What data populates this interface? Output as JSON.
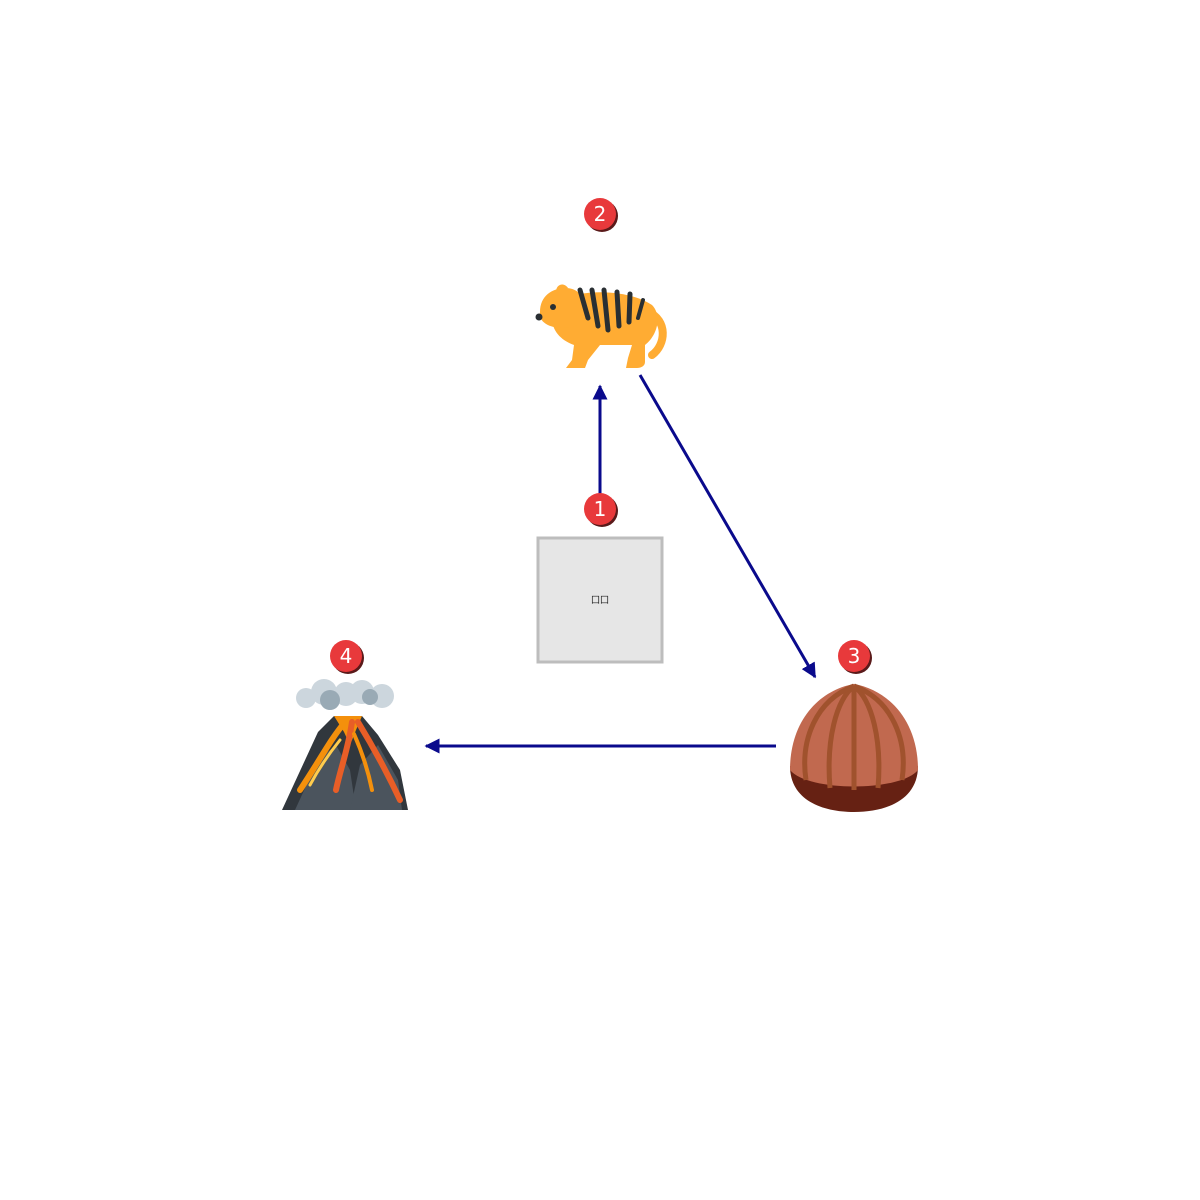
{
  "nodes": [
    {
      "id": "step-1",
      "step": "1",
      "content": "placeholder-box",
      "glyph": "囗囗"
    },
    {
      "id": "step-2",
      "step": "2",
      "content": "tiger-icon"
    },
    {
      "id": "step-3",
      "step": "3",
      "content": "chestnut-icon"
    },
    {
      "id": "step-4",
      "step": "4",
      "content": "volcano-icon"
    }
  ],
  "edges": [
    {
      "from": "step-1",
      "to": "step-2"
    },
    {
      "from": "step-2",
      "to": "step-3"
    },
    {
      "from": "step-3",
      "to": "step-4"
    }
  ],
  "colors": {
    "badge": "#e8393b",
    "badge_shadow": "#5a1a1a",
    "arrow": "#0a0a8c",
    "placeholder_fill": "#e6e6e6",
    "placeholder_stroke": "#bdbdbd"
  }
}
